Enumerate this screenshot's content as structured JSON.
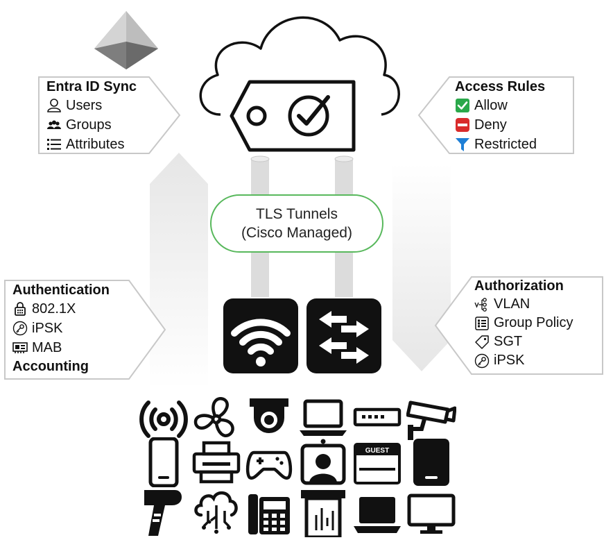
{
  "colors": {
    "outline": "#111111",
    "pipe": "#dcdcdc",
    "arrow_fade": "#e8e8e8",
    "tls_border": "#58b85c",
    "allow": "#2aa84a",
    "deny": "#d92b2b",
    "restricted": "#1e7fd6",
    "panel_border": "#c8c8c8"
  },
  "entra_panel": {
    "title": "Entra ID Sync",
    "items": [
      {
        "label": "Users",
        "icon": "user-outline-icon"
      },
      {
        "label": "Groups",
        "icon": "group-icon"
      },
      {
        "label": "Attributes",
        "icon": "list-icon"
      }
    ]
  },
  "access_panel": {
    "title": "Access Rules",
    "items": [
      {
        "label": "Allow",
        "icon": "green-check-icon"
      },
      {
        "label": "Deny",
        "icon": "red-deny-icon"
      },
      {
        "label": "Restricted",
        "icon": "blue-funnel-icon"
      }
    ]
  },
  "auth_panel": {
    "title": "Authentication",
    "items": [
      {
        "label": "802.1X",
        "icon": "lock-icon"
      },
      {
        "label": "iPSK",
        "icon": "key-circle-icon"
      },
      {
        "label": "MAB",
        "icon": "network-card-icon"
      }
    ],
    "footer": "Accounting"
  },
  "authz_panel": {
    "title": "Authorization",
    "items": [
      {
        "label": "VLAN",
        "icon": "vlan-icon"
      },
      {
        "label": "Group Policy",
        "icon": "group-policy-icon"
      },
      {
        "label": "SGT",
        "icon": "tag-icon"
      },
      {
        "label": "iPSK",
        "icon": "key-circle-icon"
      }
    ]
  },
  "tls": {
    "line1": "TLS Tunnels",
    "line2": "(Cisco Managed)"
  },
  "guest_label": "GUEST",
  "endpoint_icons": [
    "wireless-sensor-icon",
    "fan-icon",
    "dome-camera-icon",
    "laptop-icon",
    "network-switch-icon",
    "security-camera-icon",
    "smartphone-icon",
    "printer-icon",
    "game-controller-icon",
    "video-phone-icon",
    "guest-kiosk-icon",
    "tablet-icon",
    "barcode-scanner-icon",
    "cloud-iot-icon",
    "desk-phone-icon",
    "pos-terminal-icon",
    "laptop-dark-icon",
    "monitor-icon"
  ]
}
